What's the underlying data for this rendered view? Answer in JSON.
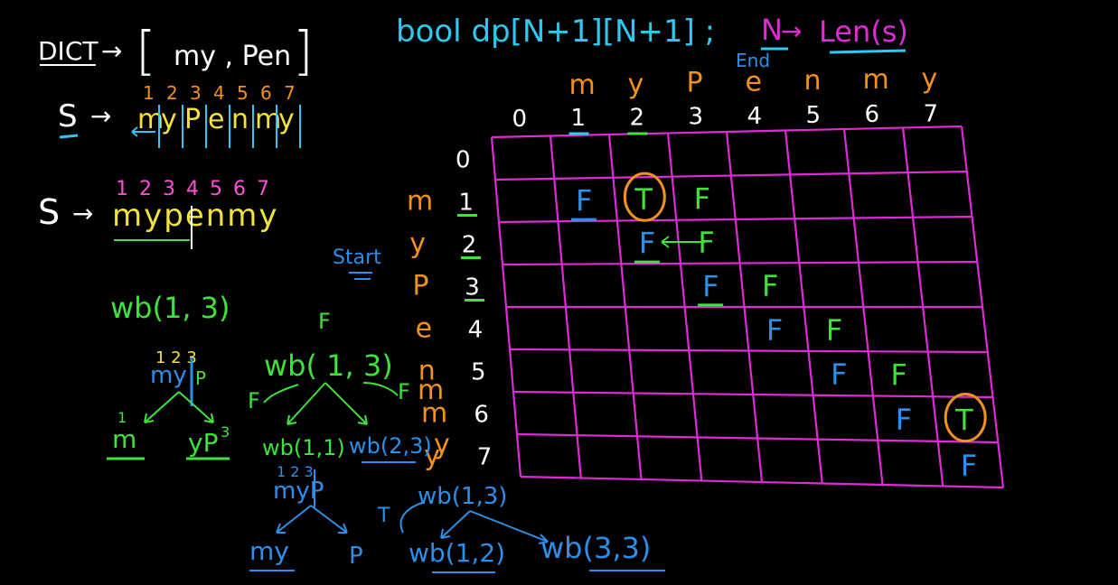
{
  "palette": {
    "background": "#000000",
    "white": "#ffffff",
    "cyan": "#2ec8f0",
    "blue": "#2c8fe8",
    "orange": "#f2921d",
    "yellow": "#f2e23a",
    "green": "#3ee23a",
    "magenta": "#e02ad8",
    "pink": "#ff4fd8"
  },
  "dict": {
    "label": "DICT",
    "arrow": "→",
    "open_bracket": "[",
    "words": "my , Pen",
    "close_bracket": "]"
  },
  "header": {
    "declaration": "bool dp[N+1][N+1] ;",
    "n_label": "N",
    "arrow": "→",
    "len_label": "Len(s)",
    "end_label": "End"
  },
  "string_top": {
    "label": "S",
    "arrow": "→",
    "indices": [
      "1",
      "2",
      "3",
      "4",
      "5",
      "6",
      "7"
    ],
    "chars": [
      "m",
      "y",
      "P",
      "e",
      "n",
      "m",
      "y"
    ]
  },
  "string_second": {
    "label": "S",
    "arrow": "→",
    "indices": [
      "1",
      "2",
      "3",
      "4",
      "5",
      "6",
      "7"
    ],
    "text": "mypenmy"
  },
  "grid": {
    "column_letters": [
      "m",
      "y",
      "P",
      "e",
      "n",
      "m",
      "y"
    ],
    "column_indices": [
      "0",
      "1",
      "2",
      "3",
      "4",
      "5",
      "6",
      "7"
    ],
    "row_letters": [
      "m",
      "y",
      "P",
      "e",
      "n",
      "m",
      "y"
    ],
    "row_indices": [
      "0",
      "1",
      "2",
      "3",
      "4",
      "5",
      "6",
      "7"
    ],
    "start_label": "Start",
    "cells": [
      {
        "row": 1,
        "col": 1,
        "value": "F",
        "color": "blue"
      },
      {
        "row": 1,
        "col": 2,
        "value": "T",
        "color": "green",
        "circled": true
      },
      {
        "row": 1,
        "col": 3,
        "value": "F",
        "color": "green"
      },
      {
        "row": 2,
        "col": 2,
        "value": "F",
        "color": "blue"
      },
      {
        "row": 2,
        "col": 3,
        "value": "F",
        "color": "green"
      },
      {
        "row": 3,
        "col": 3,
        "value": "F",
        "color": "blue"
      },
      {
        "row": 3,
        "col": 4,
        "value": "F",
        "color": "green"
      },
      {
        "row": 4,
        "col": 4,
        "value": "F",
        "color": "blue"
      },
      {
        "row": 4,
        "col": 5,
        "value": "F",
        "color": "green"
      },
      {
        "row": 5,
        "col": 5,
        "value": "F",
        "color": "blue"
      },
      {
        "row": 5,
        "col": 6,
        "value": "F",
        "color": "green"
      },
      {
        "row": 6,
        "col": 6,
        "value": "F",
        "color": "blue"
      },
      {
        "row": 6,
        "col": 7,
        "value": "T",
        "color": "green",
        "circled": true
      },
      {
        "row": 7,
        "col": 7,
        "value": "F",
        "color": "blue"
      }
    ]
  },
  "tree": {
    "root_call": "wb(1, 3)",
    "split_digits": "1 2 3",
    "split_chars": "my",
    "split_extra": "P",
    "left_leaf": "m",
    "right_leaf": "yP",
    "right_leaf_digit": "3",
    "left_leaf_digit": "1",
    "mid_result": "F",
    "mid_call": "wb( 1, 3)",
    "left_result": "F",
    "right_result": "F",
    "child_left": "wb(1,1)",
    "child_right": "wb(2,3)",
    "sub_digits": "1 2 3",
    "sub_chars": "myP",
    "sub_left_leaf": "my",
    "sub_right_leaf": "P",
    "bottom_result": "T",
    "bottom_call": "wb(1,3)",
    "bottom_left": "wb(1,2)",
    "bottom_right": "wb(3,3)"
  }
}
